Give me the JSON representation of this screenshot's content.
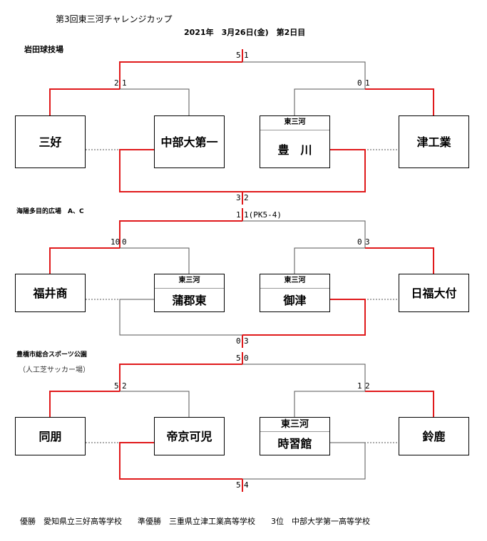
{
  "header": {
    "title": "第3回東三河チャレンジカップ",
    "date": "2021年　3月26日(金)　第2日目"
  },
  "colors": {
    "win": "#e0191b",
    "line": "#555555",
    "box_border": "#000000"
  },
  "venues": [
    {
      "name": "岩田球技場",
      "sub": ""
    },
    {
      "name": "海陽多目的広場　A、C",
      "sub": ""
    },
    {
      "name": "豊橋市総合スポーツ公園",
      "sub": "（人工芝サッカー場）"
    }
  ],
  "brackets": [
    {
      "teams": [
        {
          "name": "三好",
          "tag": ""
        },
        {
          "name": "中部大第一",
          "tag": ""
        },
        {
          "name": "豊　川",
          "tag": "東三河"
        },
        {
          "name": "津工業",
          "tag": ""
        }
      ],
      "final_score": [
        "5",
        "1"
      ],
      "left_score": [
        "2",
        "1"
      ],
      "right_score": [
        "0",
        "1"
      ],
      "third_score": [
        "3",
        "2"
      ]
    },
    {
      "teams": [
        {
          "name": "福井商",
          "tag": ""
        },
        {
          "name": "蒲郡東",
          "tag": "東三河"
        },
        {
          "name": "御津",
          "tag": "東三河"
        },
        {
          "name": "日福大付",
          "tag": ""
        }
      ],
      "final_score": [
        "1",
        "1(PK5-4)"
      ],
      "left_score": [
        "10",
        "0"
      ],
      "right_score": [
        "0",
        "3"
      ],
      "third_score": [
        "0",
        "3"
      ]
    },
    {
      "teams": [
        {
          "name": "同朋",
          "tag": ""
        },
        {
          "name": "帝京可児",
          "tag": ""
        },
        {
          "name": "時習館",
          "tag": "東三河"
        },
        {
          "name": "鈴鹿",
          "tag": ""
        }
      ],
      "final_score": [
        "5",
        "0"
      ],
      "left_score": [
        "5",
        "2"
      ],
      "right_score": [
        "1",
        "2"
      ],
      "third_score": [
        "5",
        "4"
      ]
    }
  ],
  "results": "優勝　愛知県立三好高等学校　　準優勝　三重県立津工業高等学校　　3位　中部大学第一高等学校"
}
